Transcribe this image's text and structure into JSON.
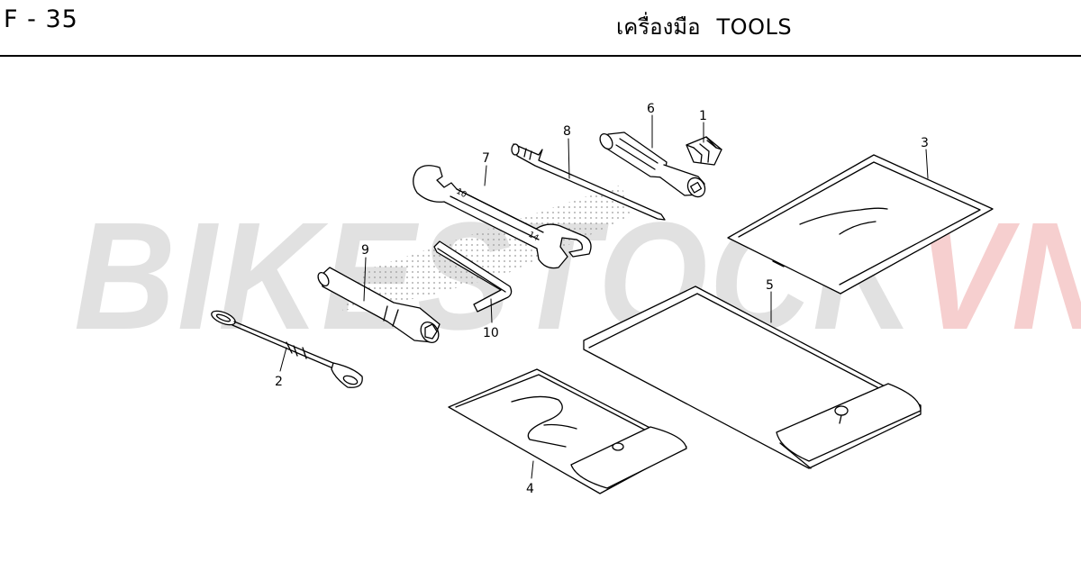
{
  "header": {
    "page_code": "F - 35",
    "title_thai": "เครื่องมือ",
    "title_en": "TOOLS"
  },
  "watermark": {
    "text_main": "BIKESTOCK",
    "text_accent": "VN",
    "color_main": "#c9c9c9",
    "color_accent": "#f0a8a8"
  },
  "callouts": {
    "c1": "1",
    "c2": "2",
    "c3": "3",
    "c4": "4",
    "c5": "5",
    "c6": "6",
    "c7": "7",
    "c8": "8",
    "c9": "9",
    "c10": "10"
  },
  "wrench_marks": {
    "small": "10",
    "large": "14"
  }
}
